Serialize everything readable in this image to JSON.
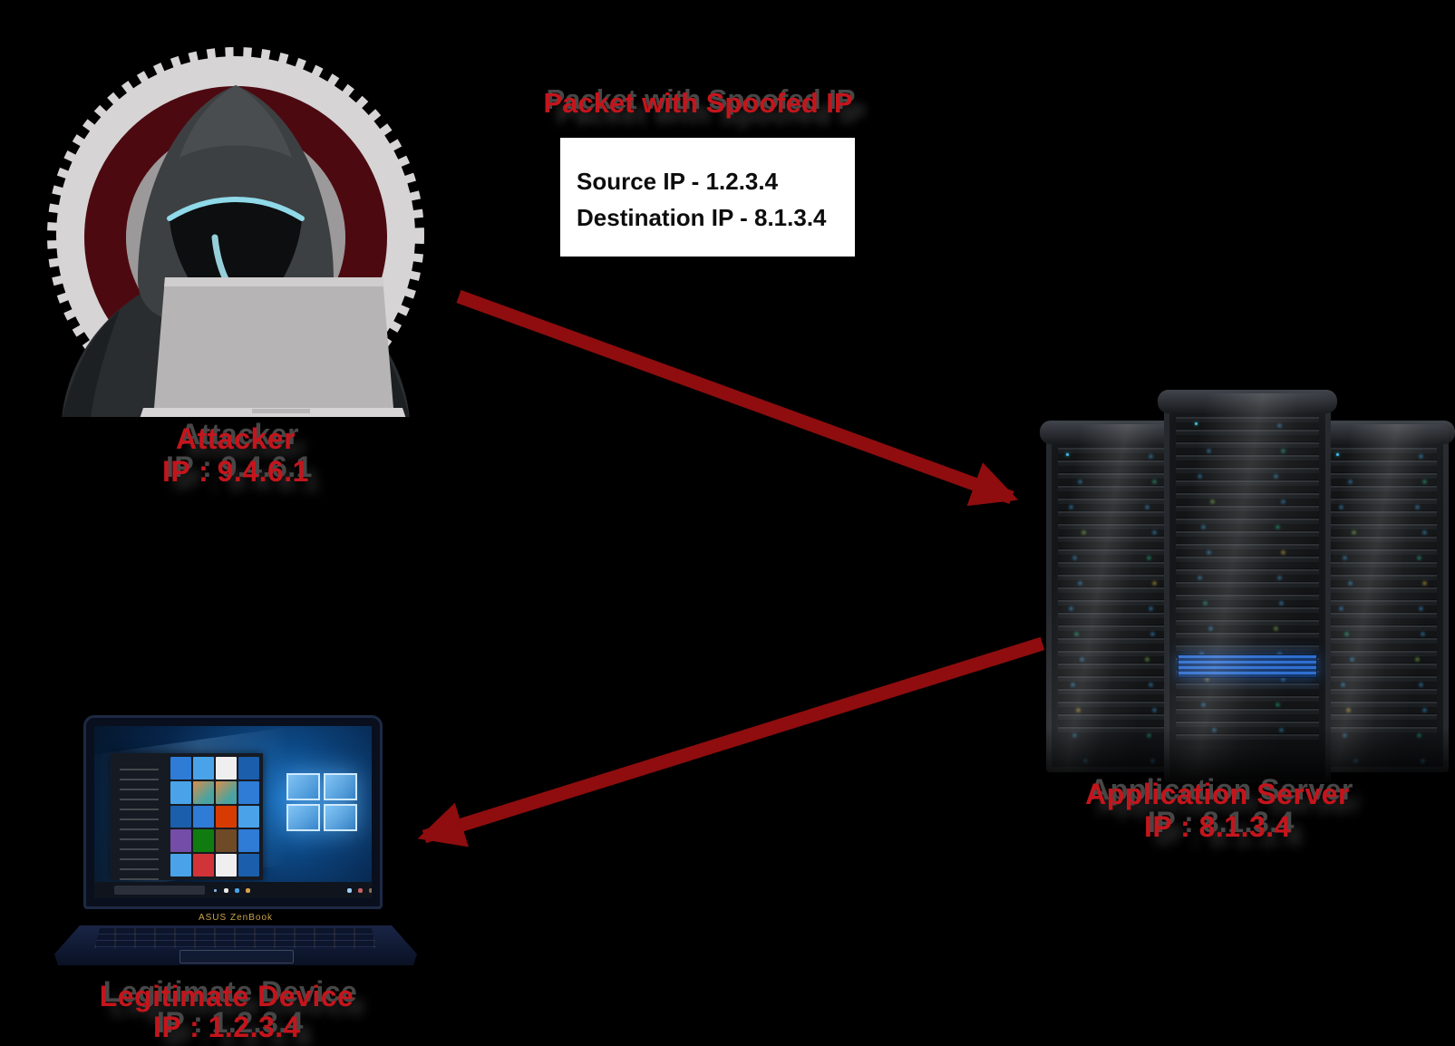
{
  "diagram": {
    "attacker": {
      "name": "Attacker",
      "ip": "IP : 9.4.6.1"
    },
    "packet": {
      "heading": "Packet with Spoofed IP",
      "source_line": "Source IP - 1.2.3.4",
      "destination_line": "Destination IP - 8.1.3.4"
    },
    "server": {
      "name": "Application Server",
      "ip": "IP : 8.1.3.4"
    },
    "device": {
      "name": "Legitimate Device",
      "ip": "IP : 1.2.3.4"
    },
    "laptop_brand": "ASUS ZenBook",
    "colors": {
      "background": "#000000",
      "label_red": "#c4151c",
      "arrow_red": "#8f0d0e",
      "packet_box_bg": "#ffffff",
      "packet_text": "#0d0d0d"
    }
  }
}
